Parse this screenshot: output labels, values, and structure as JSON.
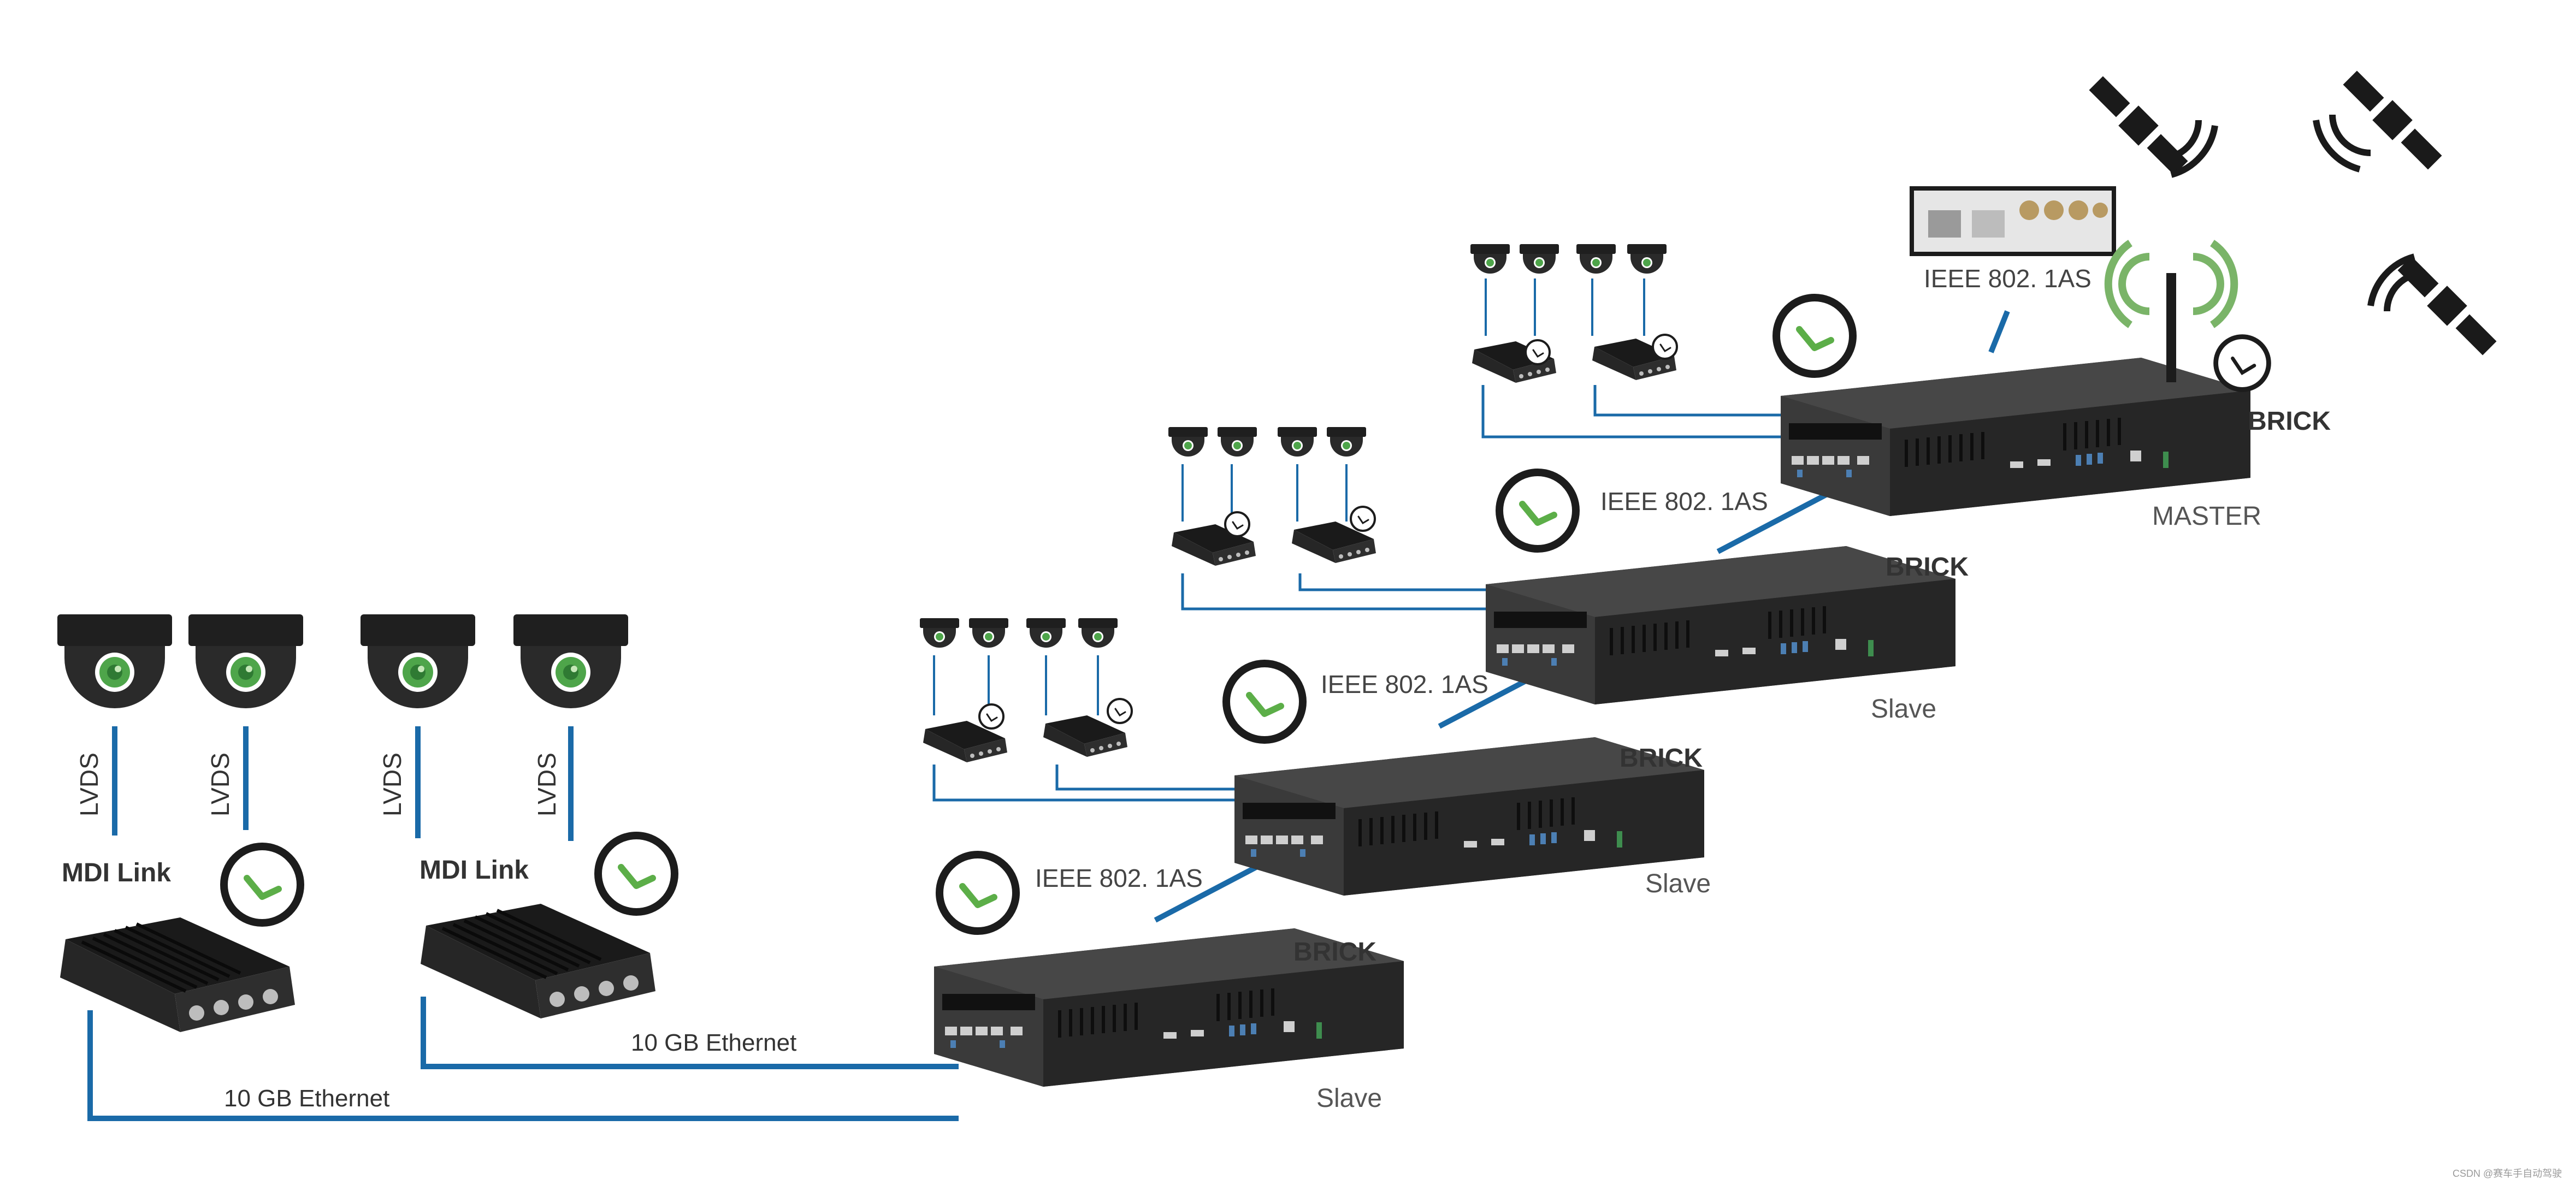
{
  "diagram": {
    "sync_label": "IEEE 802. 1AS",
    "brick_label": "BRICK",
    "master_label": "MASTER",
    "slave_label": "Slave",
    "mdi_label": "MDI Link",
    "ethernet_label": "10 GB Ethernet",
    "lvds_label": "LVDS",
    "watermark": "CSDN @赛车手自动驾驶"
  },
  "colors": {
    "link": "#1a6aa8",
    "device": "#3b3b3b",
    "device_dark": "#1f1f1f",
    "clock_hand": "#5cae48",
    "antenna_wave": "#7ab468"
  },
  "icons": [
    "satellite-icon",
    "antenna-icon",
    "clock-icon",
    "dome-camera-icon",
    "gnss-receiver-icon",
    "server-chassis-icon",
    "mdi-link-box-icon"
  ]
}
